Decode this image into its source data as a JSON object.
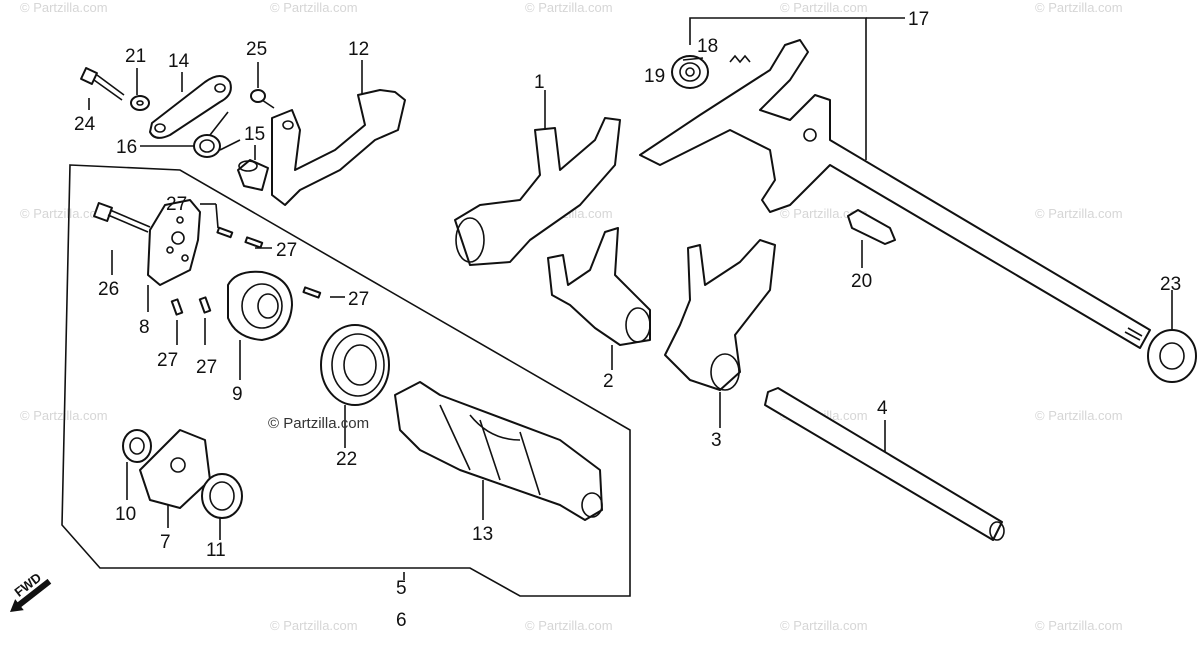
{
  "watermark": {
    "text": "© Partzilla.com"
  },
  "fwd_label": "FWD",
  "callouts": {
    "c1": "1",
    "c2": "2",
    "c3": "3",
    "c4": "4",
    "c5": "5",
    "c6": "6",
    "c7": "7",
    "c8": "8",
    "c9": "9",
    "c10": "10",
    "c11": "11",
    "c12": "12",
    "c13": "13",
    "c14": "14",
    "c15": "15",
    "c16": "16",
    "c17": "17",
    "c18": "18",
    "c19": "19",
    "c20": "20",
    "c21": "21",
    "c22": "22",
    "c23": "23",
    "c24": "24",
    "c25": "25",
    "c26": "26",
    "c27a": "27",
    "c27b": "27",
    "c27c": "27",
    "c27d": "27",
    "c27e": "27"
  }
}
